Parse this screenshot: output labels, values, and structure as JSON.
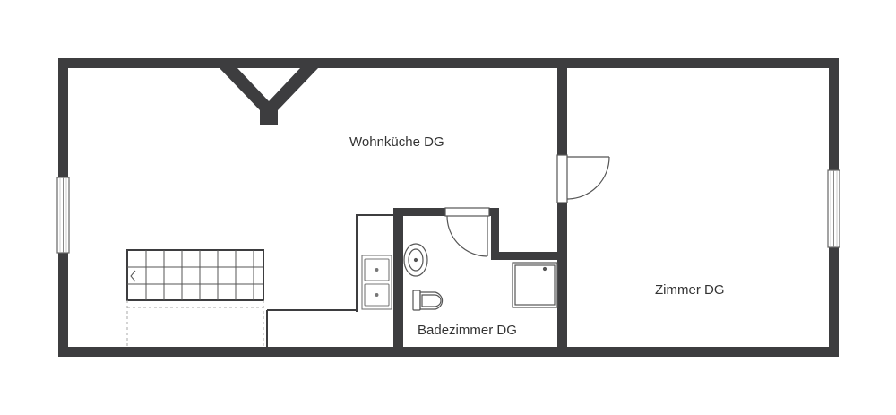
{
  "rooms": [
    {
      "label": "Wohnküche DG"
    },
    {
      "label": "Badezimmer DG"
    },
    {
      "label": "Zimmer DG"
    }
  ],
  "colors": {
    "wall": "#3d3d3f",
    "line": "#555555",
    "thin": "#9a9a9a",
    "background": "#ffffff",
    "window": "#ffffff"
  },
  "symbols": [
    "chimney-icon",
    "staircase-icon",
    "kitchen-sink-icon",
    "washbasin-icon",
    "toilet-icon",
    "shower-tray-icon",
    "door-swing-icon",
    "window-icon"
  ]
}
